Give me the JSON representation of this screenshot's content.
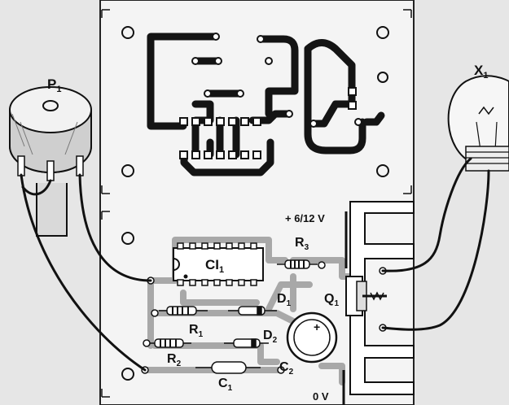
{
  "labels": {
    "pot": "P",
    "pot_sub": "1",
    "lamp": "X",
    "lamp_sub": "1",
    "ic": "CI",
    "ic_sub": "1",
    "r3": "R",
    "r3_sub": "3",
    "r1": "R",
    "r1_sub": "1",
    "r2": "R",
    "r2_sub": "2",
    "d1": "D",
    "d1_sub": "1",
    "d2": "D",
    "d2_sub": "2",
    "q1": "Q",
    "q1_sub": "1",
    "c1": "C",
    "c1_sub": "1",
    "c2": "C",
    "c2_sub": "2",
    "supply_pos": "+ 6/12 V",
    "supply_neg": "0 V",
    "cap_plus": "+"
  },
  "colors": {
    "background": "#ffffff",
    "board": "#f2f2f2",
    "copper_top": "#141414",
    "copper_bottom": "#a8a8a8",
    "ink": "#111111",
    "heatsink": "#ffffff"
  }
}
